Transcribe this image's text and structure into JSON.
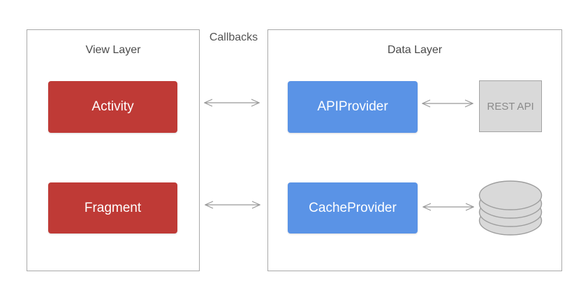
{
  "diagram": {
    "callbacks_label": "Callbacks",
    "view_layer": {
      "title": "View Layer",
      "nodes": [
        {
          "label": "Activity"
        },
        {
          "label": "Fragment"
        }
      ]
    },
    "data_layer": {
      "title": "Data Layer",
      "nodes": [
        {
          "label": "APIProvider"
        },
        {
          "label": "CacheProvider"
        }
      ],
      "rest_api_label": "REST API",
      "database_icon": "database-cylinder-icon"
    },
    "connections": [
      {
        "from": "Activity",
        "to": "APIProvider",
        "type": "bidirectional",
        "via": "Callbacks"
      },
      {
        "from": "Fragment",
        "to": "CacheProvider",
        "type": "bidirectional",
        "via": "Callbacks"
      },
      {
        "from": "APIProvider",
        "to": "REST API",
        "type": "bidirectional"
      },
      {
        "from": "CacheProvider",
        "to": "database",
        "type": "bidirectional"
      }
    ],
    "colors": {
      "view_node_fill": "#bf3a36",
      "data_node_fill": "#5a93e6",
      "node_text": "#ffffff",
      "external_fill": "#d9d9d9",
      "external_border": "#a3a3a3",
      "external_text": "#8a8a8a",
      "layer_border": "#a9a9a9",
      "title_text": "#4b4b4b",
      "arrow_stroke": "#999999"
    }
  }
}
